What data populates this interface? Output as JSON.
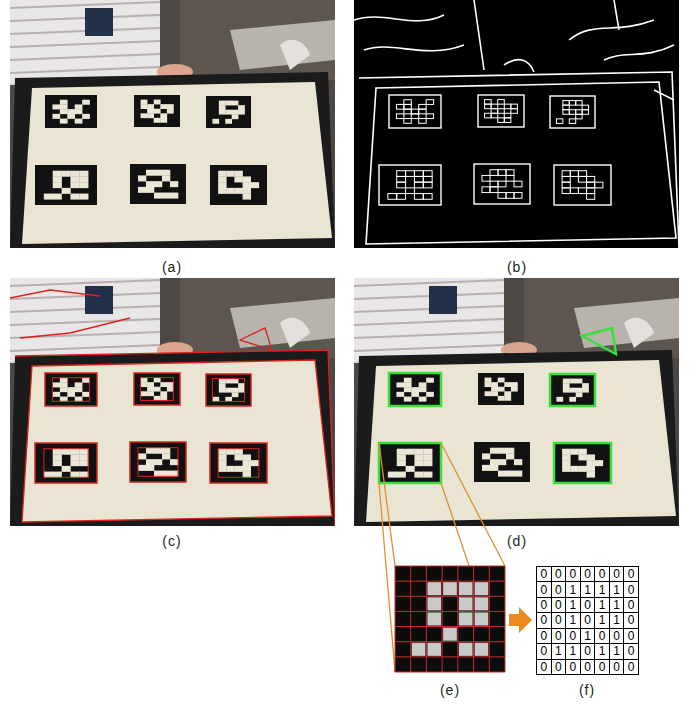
{
  "diagram": {
    "labels": [
      "(a)",
      "(b)",
      "(c)",
      "(d)",
      "0",
      "0",
      "0",
      "0",
      "0",
      "0",
      "0",
      "0",
      "0",
      "1",
      "1",
      "1",
      "1",
      "0",
      "0",
      "0",
      "1",
      "0",
      "1",
      "1",
      "0",
      "0",
      "0",
      "1",
      "0",
      "1",
      "1",
      "0",
      "0",
      "0",
      "0",
      "1",
      "0",
      "0",
      "0",
      "0",
      "1",
      "1",
      "0",
      "1",
      "1",
      "0",
      "0",
      "0",
      "0",
      "0",
      "0",
      "0",
      "0",
      "(e)",
      "(f)"
    ]
  }
}
